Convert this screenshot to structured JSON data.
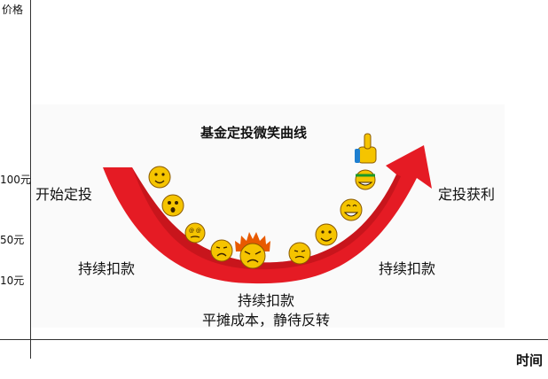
{
  "axes": {
    "y_label": "价格",
    "x_label": "时间",
    "ticks": [
      "100元",
      "50元",
      "10元"
    ]
  },
  "diagram": {
    "title": "基金定投微笑曲线",
    "start_label": "开始定投",
    "end_label": "定投获利",
    "left_label": "持续扣款",
    "right_label": "持续扣款",
    "bottom_label_1": "持续扣款",
    "bottom_label_2": "平摊成本，静待反转"
  },
  "colors": {
    "arrow": "#e51b24",
    "arrow_dark": "#b01016",
    "emoji_face": "#f5c400",
    "emoji_outline": "#8a5a00"
  },
  "emojis": [
    "smile-icon",
    "surprised-icon",
    "dizzy-icon",
    "sad-icon",
    "angry-icon",
    "cry-icon",
    "happy-icon",
    "grin-icon",
    "laugh-icon",
    "thumbs-up-icon"
  ]
}
